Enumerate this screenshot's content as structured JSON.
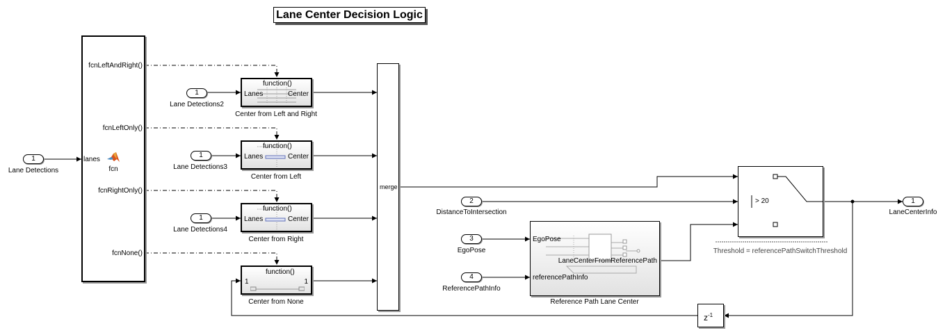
{
  "title": "Lane Center Decision Logic",
  "inports": [
    {
      "num": "1",
      "label": "Lane Detections"
    },
    {
      "num": "1",
      "label": "Lane Detections2"
    },
    {
      "num": "1",
      "label": "Lane Detections3"
    },
    {
      "num": "1",
      "label": "Lane Detections4"
    },
    {
      "num": "2",
      "label": "DistanceToIntersection"
    },
    {
      "num": "3",
      "label": "EgoPose"
    },
    {
      "num": "4",
      "label": "ReferencePathInfo"
    }
  ],
  "outport": {
    "num": "1",
    "label": "LaneCenterInfo"
  },
  "fcn_block": {
    "label": "fcn",
    "input": "lanes",
    "outputs": [
      "fcnLeftAndRight()",
      "fcnLeftOnly()",
      "fcnRightOnly()",
      "fcnNone()"
    ]
  },
  "subsystems": [
    {
      "name": "Center from Left and Right",
      "header": "function()",
      "in": "Lanes",
      "out": "Center"
    },
    {
      "name": "Center from Left",
      "header": "function()",
      "in": "Lanes",
      "out": "Center"
    },
    {
      "name": "Center from Right",
      "header": "function()",
      "in": "Lanes",
      "out": "Center"
    },
    {
      "name": "Center from None",
      "header": "function()",
      "in": "1",
      "out": "1"
    }
  ],
  "merge": {
    "label": "merge"
  },
  "switch": {
    "criteria": "> 20",
    "annotation": "Threshold = referencePathSwitchThreshold"
  },
  "ref_path_block": {
    "name": "Reference Path Lane Center",
    "in1": "EgoPose",
    "in2": "referencePathInfo",
    "out": "LaneCenterFromReferencePath"
  },
  "delay": {
    "base": "z",
    "exp": "-1"
  }
}
